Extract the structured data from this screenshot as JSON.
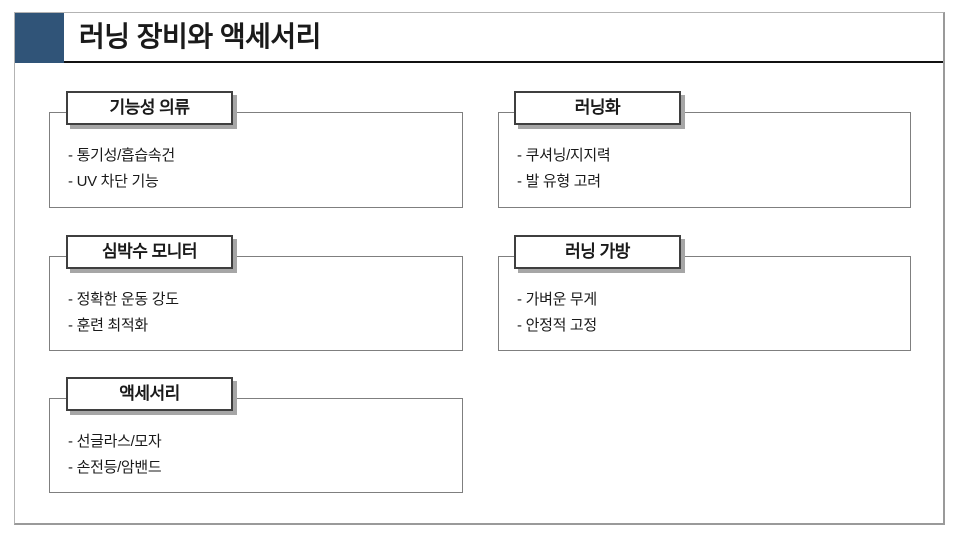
{
  "slide": {
    "title": "러닝 장비와 액세서리",
    "accent_color": "#305478"
  },
  "groups": [
    {
      "title": "기능성 의류",
      "items": [
        "- 통기성/흡습속건",
        "- UV 차단 기능"
      ]
    },
    {
      "title": "러닝화",
      "items": [
        "- 쿠셔닝/지지력",
        "- 발 유형 고려"
      ]
    },
    {
      "title": "심박수 모니터",
      "items": [
        "- 정확한 운동 강도",
        "- 훈련 최적화"
      ]
    },
    {
      "title": "러닝 가방",
      "items": [
        "- 가벼운 무게",
        "- 안정적 고정"
      ]
    },
    {
      "title": "액세서리",
      "items": [
        "- 선글라스/모자",
        "- 손전등/암밴드"
      ]
    }
  ]
}
